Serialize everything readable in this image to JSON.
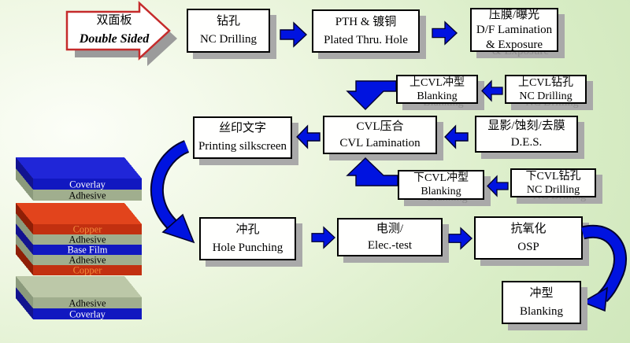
{
  "title_arrow": {
    "zh": "双面板",
    "en": "Double Sided"
  },
  "boxes": {
    "nc_drilling": {
      "zh": "钻孔",
      "en": "NC Drilling"
    },
    "pth": {
      "zh": "PTH & 镀铜",
      "en": "Plated Thru. Hole"
    },
    "df_lamination": {
      "zh": "压膜/曝光",
      "en": "D/F Lamination",
      "en2": "& Exposure"
    },
    "upper_cvl_blanking": {
      "zh": "上CVL冲型",
      "en": "Blanking"
    },
    "upper_cvl_drilling": {
      "zh": "上CVL钻孔",
      "en": "NC Drilling"
    },
    "printing_silkscreen": {
      "zh": "丝印文字",
      "en": "Printing silkscreen"
    },
    "cvl_lamination": {
      "zh": "CVL压合",
      "en": "CVL Lamination"
    },
    "des": {
      "zh": "显影/蚀刻/去膜",
      "en": "D.E.S."
    },
    "lower_cvl_blanking": {
      "zh": "下CVL冲型",
      "en": "Blanking"
    },
    "lower_cvl_drilling": {
      "zh": "下CVL钻孔",
      "en": "NC Drilling"
    },
    "hole_punching": {
      "zh": "冲孔",
      "en": "Hole Punching"
    },
    "elec_test": {
      "zh": "电测/",
      "en": "Elec.-test"
    },
    "osp": {
      "zh": "抗氧化",
      "en": "OSP"
    },
    "final_blanking": {
      "zh": "冲型",
      "en": "Blanking"
    }
  },
  "stack": {
    "top_group": [
      {
        "label": "Coverlay"
      },
      {
        "label": "Adhesive"
      }
    ],
    "middle_group": [
      {
        "label": "Copper"
      },
      {
        "label": "Adhesive"
      },
      {
        "label": "Base Film"
      },
      {
        "label": "Adhesive"
      },
      {
        "label": "Copper"
      }
    ],
    "bottom_group": [
      {
        "label": "Adhesive"
      },
      {
        "label": "Coverlay"
      }
    ]
  },
  "colors": {
    "arrow_blue": "#0013e0",
    "arrow_outline": "#000030",
    "box_border": "#000000",
    "box_shadow_gray": "#a9a9a9",
    "start_arrow_red": "#c52b2b",
    "layer_blue_front": "#1118c0",
    "layer_blue_top": "#2026d8",
    "layer_red_front": "#c23010",
    "layer_red_top": "#e2441c",
    "layer_gray_front": "#a0ae8e",
    "layer_gray_top": "#bcc8a8",
    "copper_text": "#f28a3a"
  }
}
